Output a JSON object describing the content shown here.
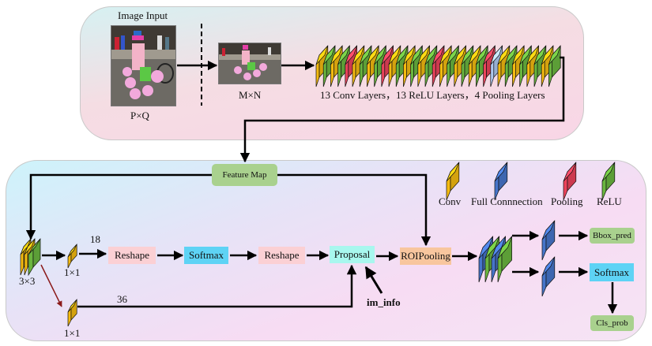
{
  "top": {
    "title": "Image Input",
    "input_size": "P×Q",
    "rescaled_size": "M×N",
    "backbone_caption": "13 Conv Layers，13 ReLU Layers，4 Pooling Layers",
    "backbone_sequence": [
      "conv",
      "relu",
      "conv",
      "relu",
      "pool",
      "conv",
      "relu",
      "conv",
      "relu",
      "pool",
      "conv",
      "relu",
      "conv",
      "relu",
      "conv",
      "relu",
      "pool",
      "conv",
      "relu",
      "conv",
      "relu",
      "conv",
      "relu",
      "pool",
      "fc",
      "conv",
      "relu",
      "conv",
      "relu",
      "conv",
      "relu",
      "conv",
      "relu"
    ]
  },
  "bottom": {
    "feature_map": "Feature Map",
    "conv3x3": "3×3",
    "conv1x1_cls": "1×1",
    "conv1x1_reg": "1×1",
    "channels_cls": "18",
    "channels_reg": "36",
    "reshape1": "Reshape",
    "softmax1": "Softmax",
    "reshape2": "Reshape",
    "proposal": "Proposal",
    "im_info": "im_info",
    "roi_pooling": "ROIPooling",
    "bbox_pred": "Bbox_pred",
    "softmax2": "Softmax",
    "cls_prob": "Cls_prob",
    "head_stack": [
      "fc",
      "relu",
      "fc",
      "relu"
    ]
  },
  "legend": [
    {
      "label": "Conv",
      "type": "conv"
    },
    {
      "label": "Full Connnection",
      "type": "fc"
    },
    {
      "label": "Pooling",
      "type": "pool"
    },
    {
      "label": "ReLU",
      "type": "relu"
    }
  ],
  "colors": {
    "conv": "#d4a20e",
    "relu": "#5c9e37",
    "pool": "#cc3a4f",
    "fc": "#3d66b0",
    "fc_light": "#97aed0",
    "feature_map_box": "#a9d18e",
    "reshape_box": "#fbd0d4",
    "softmax_box": "#5ed3f5",
    "proposal_box": "#a8f7ee",
    "roipooling_box": "#f8c69e",
    "output_box": "#a9d18e",
    "wire": "#000000",
    "wire_dark_red": "#8b1a1a"
  }
}
